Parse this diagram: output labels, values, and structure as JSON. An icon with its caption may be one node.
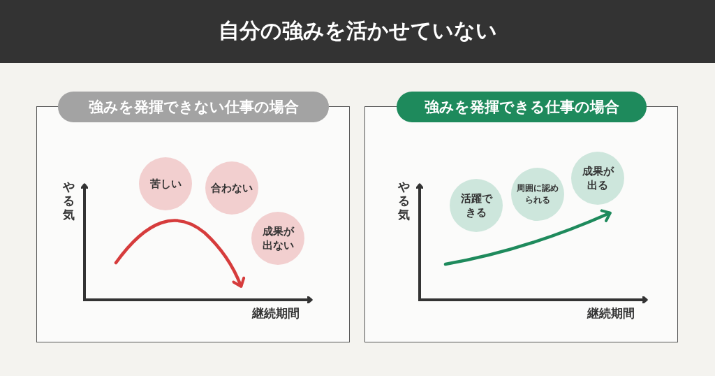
{
  "diagram": {
    "title": "自分の強みを活かせていない",
    "nodes": [
      {
        "text": [
          "強みを発揮できない仕事の場合"
        ]
      },
      {
        "text": [
          "苦しい"
        ],
        "in": 0
      },
      {
        "text": [
          "合わない"
        ],
        "in": 0
      },
      {
        "text": [
          "成果が出ない"
        ],
        "in": 0
      },
      {
        "text": [
          "強みを発揮できる仕事の場合"
        ]
      },
      {
        "text": [
          "活躍できる"
        ],
        "in": 4
      },
      {
        "text": [
          "周囲に認められる"
        ],
        "in": 4
      },
      {
        "text": [
          "成果が出る"
        ],
        "in": 4
      }
    ],
    "edges": [],
    "labels": [
      "やる気",
      "継続期間",
      "やる気",
      "継続期間"
    ]
  }
}
